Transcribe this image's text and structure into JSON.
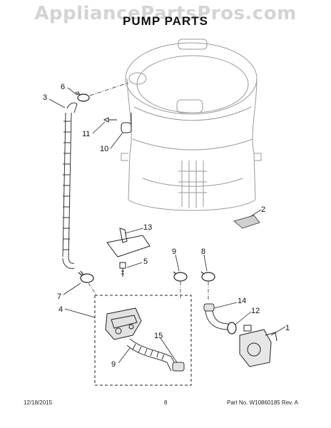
{
  "watermark": "AppliancePartsPros.com",
  "title": "PUMP  PARTS",
  "callouts": {
    "c1": "1",
    "c2": "2",
    "c3": "3",
    "c4": "4",
    "c5": "5",
    "c6": "6",
    "c7": "7",
    "c8": "8",
    "c9a": "9",
    "c9b": "9",
    "c10": "10",
    "c11": "11",
    "c12": "12",
    "c13": "13",
    "c14": "14",
    "c15": "15"
  },
  "footer": {
    "date": "12/18/2015",
    "page": "8",
    "part": "Part No.  W10860185  Rev.  A"
  }
}
